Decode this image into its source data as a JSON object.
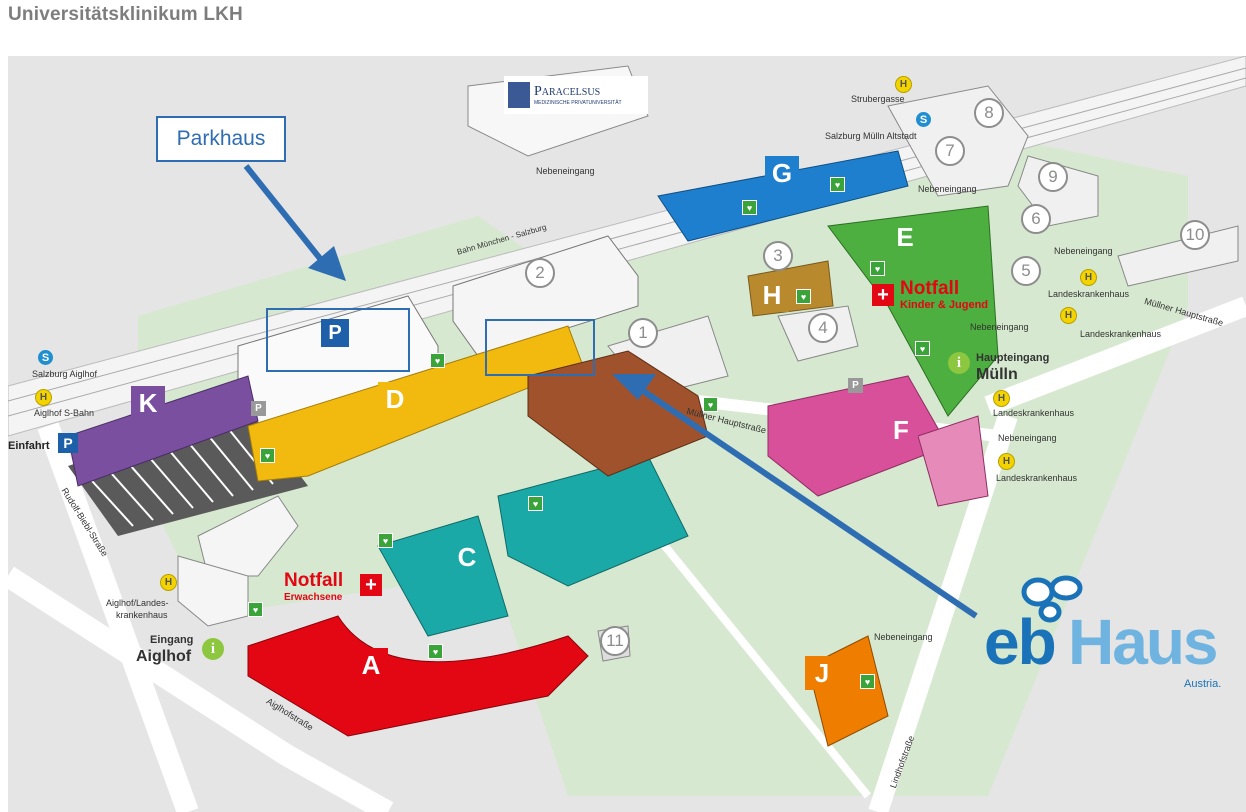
{
  "page_title": "Universitätsklinikum LKH",
  "callouts": {
    "parkhaus": "Parkhaus"
  },
  "buildings": {
    "K": "K",
    "D": "D",
    "G": "G",
    "E": "E",
    "H": "H",
    "F": "F",
    "C": "C",
    "A": "A",
    "J": "J"
  },
  "numbers": [
    "1",
    "2",
    "3",
    "4",
    "5",
    "6",
    "7",
    "8",
    "9",
    "10",
    "11"
  ],
  "labels": {
    "paracelsus_name": "Paracelsus",
    "paracelsus_sub": "MEDIZINISCHE PRIVATUNIVERSITÄT",
    "nebeneingang": "Nebeneingang",
    "bahn": "Bahn München - Salzburg",
    "strubergasse": "Strubergasse",
    "salzburg_muelln": "Salzburg Mülln Altstadt",
    "landeskrankenhaus": "Landeskrankenhaus",
    "muellner_hauptstrasse": "Müllner Hauptstraße",
    "salzburg_aiglhof": "Salzburg Aiglhof",
    "aiglhof_sbahn": "Aiglhof S-Bahn",
    "einfahrt": "Einfahrt",
    "rudolf": "Rudolf-Biebl-Straße",
    "aiglhof_landes": "Aiglhof/Landes-",
    "krankenhaus": "krankenhaus",
    "eingang": "Eingang",
    "aiglhof": "Aiglhof",
    "aiglhofstrasse": "Aiglhofstraße",
    "lindhofstrasse": "Lindhofstraße",
    "haupteingang": "Haupteingang",
    "muelln": "Mülln",
    "notfall": "Notfall",
    "kinder_jugend": "Kinder & Jugend",
    "erwachsene": "Erwachsene"
  },
  "logo": {
    "eb": "eb",
    "haus": "Haus",
    "austria": "Austria."
  },
  "colors": {
    "K": "#7b4fa0",
    "D": "#f2b90f",
    "G": "#1f7fcf",
    "E": "#4caf3f",
    "H": "#b8892d",
    "F": "#d9509a",
    "C": "#1aa9a6",
    "A": "#e30613",
    "J": "#ef7d00",
    "arrow": "#2f6db3",
    "parking": "#1d5fa8"
  }
}
